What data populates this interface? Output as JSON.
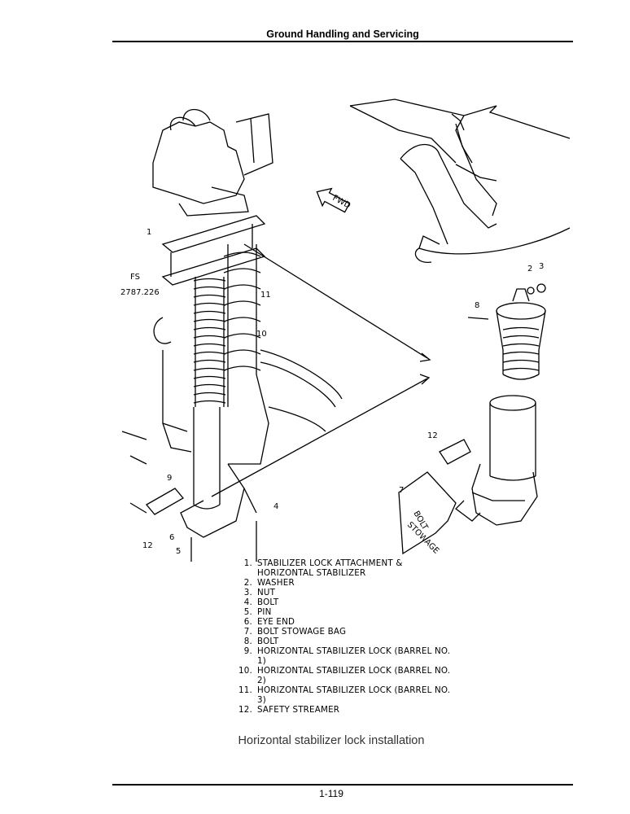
{
  "header": {
    "title": "Ground Handling and Servicing"
  },
  "figure": {
    "fs_label": "FS",
    "fs_value": "2787.226",
    "fwd_label": "FWD",
    "bag_label_line1": "BOLT",
    "bag_label_line2": "STOWAGE",
    "callouts": [
      "1",
      "2",
      "3",
      "4",
      "5",
      "6",
      "7",
      "8",
      "9",
      "10",
      "11",
      "12",
      "12"
    ]
  },
  "legend": [
    {
      "num": "1.",
      "text": "STABILIZER LOCK ATTACHMENT & HORIZONTAL STABILIZER"
    },
    {
      "num": "2.",
      "text": "WASHER"
    },
    {
      "num": "3.",
      "text": "NUT"
    },
    {
      "num": "4.",
      "text": "BOLT"
    },
    {
      "num": "5.",
      "text": "PIN"
    },
    {
      "num": "6.",
      "text": "EYE END"
    },
    {
      "num": "7.",
      "text": "BOLT STOWAGE BAG"
    },
    {
      "num": "8.",
      "text": "BOLT"
    },
    {
      "num": "9.",
      "text": "HORIZONTAL STABILIZER LOCK (BARREL NO. 1)"
    },
    {
      "num": "10.",
      "text": "HORIZONTAL STABILIZER LOCK (BARREL NO. 2)"
    },
    {
      "num": "11.",
      "text": "HORIZONTAL STABILIZER LOCK (BARREL NO. 3)"
    },
    {
      "num": "12.",
      "text": "SAFETY STREAMER"
    }
  ],
  "caption": "Horizontal stabilizer lock installation",
  "page_number": "1-119"
}
